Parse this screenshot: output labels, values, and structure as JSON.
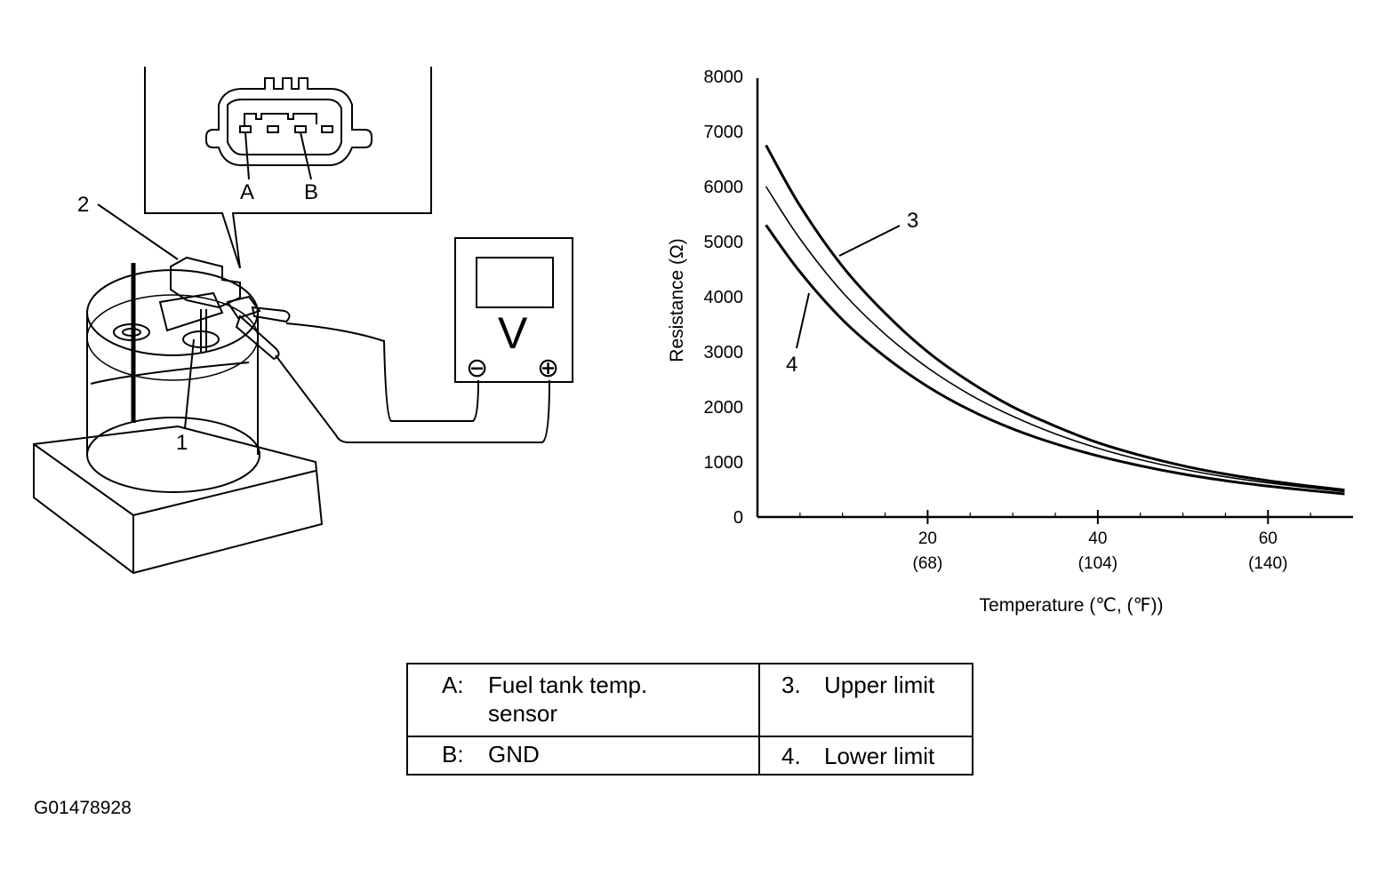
{
  "connector": {
    "pin_a": "A",
    "pin_b": "B"
  },
  "callouts": {
    "c1": "1",
    "c2": "2",
    "c3": "3",
    "c4": "4"
  },
  "meter": {
    "display": "V",
    "neg": "⊖",
    "pos": "⊕"
  },
  "chart_data": {
    "type": "line",
    "xlabel": "Temperature (℃, (℉))",
    "ylabel": "Resistance (Ω)",
    "xlim": [
      0,
      70
    ],
    "ylim": [
      0,
      8000
    ],
    "y_ticks": [
      "8000",
      "7000",
      "6000",
      "5000",
      "4000",
      "3000",
      "2000",
      "1000",
      "0"
    ],
    "x_ticks": [
      {
        "value": 20,
        "label": "20",
        "sub": "(68)"
      },
      {
        "value": 40,
        "label": "40",
        "sub": "(104)"
      },
      {
        "value": 60,
        "label": "60",
        "sub": "(140)"
      }
    ],
    "x": [
      1,
      5,
      10,
      15,
      20,
      25,
      30,
      35,
      40,
      45,
      50,
      55,
      60,
      65,
      69
    ],
    "series": [
      {
        "values": [
          6750,
          5650,
          4550,
          3700,
          3000,
          2450,
          2000,
          1650,
          1350,
          1120,
          930,
          780,
          660,
          560,
          490
        ]
      },
      {
        "values": [
          6000,
          5050,
          4080,
          3320,
          2710,
          2220,
          1830,
          1510,
          1250,
          1040,
          870,
          730,
          620,
          530,
          460
        ]
      },
      {
        "values": [
          5300,
          4450,
          3580,
          2910,
          2370,
          1940,
          1600,
          1330,
          1110,
          930,
          780,
          660,
          560,
          480,
          420
        ]
      }
    ]
  },
  "legend": {
    "a_key": "A:",
    "a_text_1": "Fuel tank temp.",
    "a_text_2": "sensor",
    "b_key": "B:",
    "b_text": "GND",
    "k3": "3.",
    "t3": "Upper limit",
    "k4": "4.",
    "t4": "Lower limit"
  },
  "figure_id": "G01478928"
}
